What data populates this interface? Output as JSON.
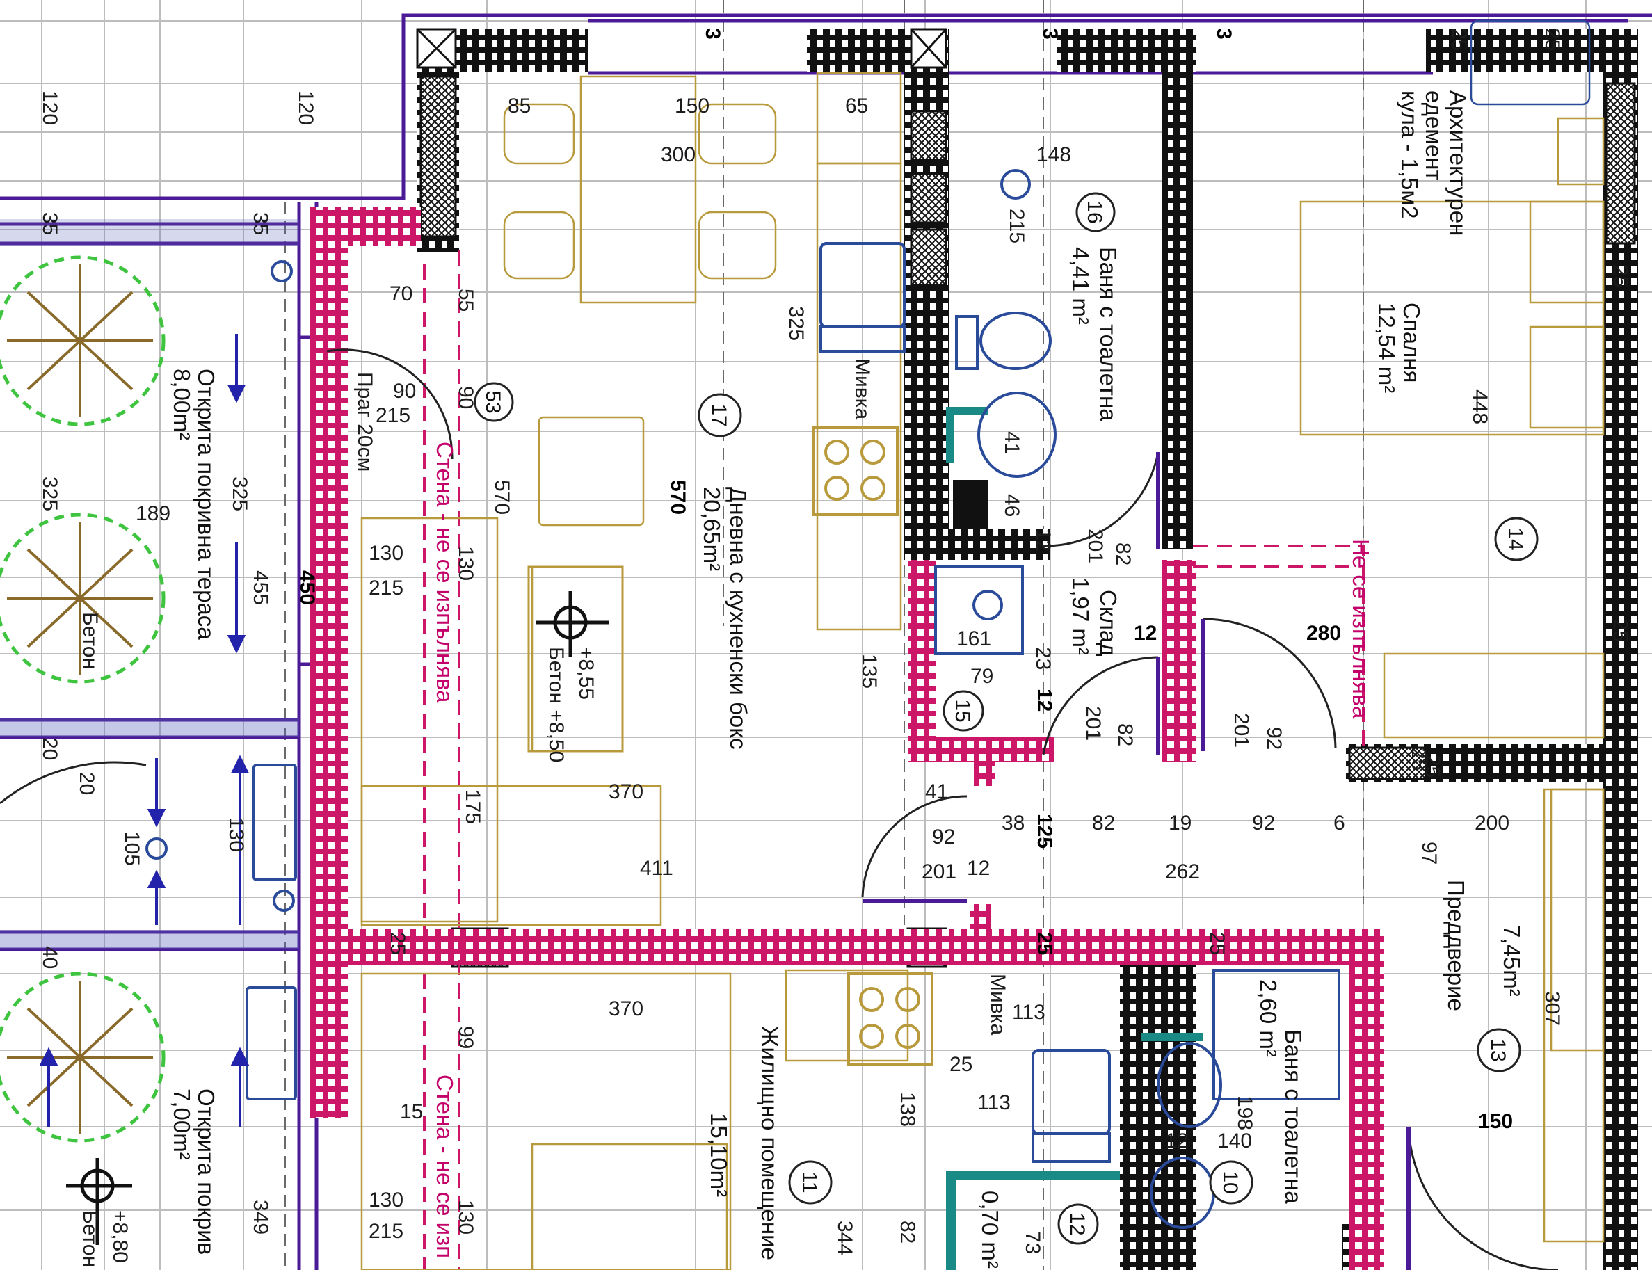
{
  "colors": {
    "magenta_wall": "#cc1668",
    "black_wall": "#111111",
    "purple_line": "#4b1a96",
    "furniture": "#b89a3c",
    "fixture_blue": "#2a4a9a",
    "tree_green": "#3ec43e",
    "teal": "#1a8a86"
  },
  "rooms": {
    "r17": {
      "num": "17",
      "name1": "Дневна с кухненски бокс",
      "area": "20,65m²"
    },
    "r16": {
      "num": "16",
      "name1": "Баня с тоалетна",
      "area": "4,41 m²"
    },
    "r15": {
      "num": "15",
      "name1": "Склад",
      "area": "1,97 m²"
    },
    "r14": {
      "num": "14",
      "name1": "Спалня",
      "area": "12,54 m²"
    },
    "r13": {
      "num": "13",
      "name1": "Преддверие",
      "area": "7,45m²"
    },
    "r11": {
      "num": "11",
      "name1": "Жилищно помещение",
      "area": "15,10m²"
    },
    "r10": {
      "num": "10",
      "name1": "Баня с тоалетна",
      "area": "2,60 m²"
    },
    "r12": {
      "num": "12",
      "area": "0,70 m²"
    },
    "r53": {
      "num": "53"
    }
  },
  "terraces": {
    "upper": {
      "name": "Открита покривна тераса",
      "area": "8,00m²"
    },
    "lower": {
      "name": "Открита покрив",
      "area": "7,00m²"
    }
  },
  "labels": {
    "arch_niche_1": "Архитектурен",
    "arch_niche_2": "едемент",
    "arch_niche_3": "кула - 1,5м2",
    "sink_upper": "Мивка",
    "sink_lower": "Мивка",
    "wall_not_built_1": "Стена - не се изпълнява",
    "wall_not_built_2": "Стена - не се изп",
    "not_built": "Не се изпълнява",
    "sill": "Праг 20см",
    "concrete_top_1": "+8,55",
    "concrete_top_2": "Бетон +8,50",
    "concrete_tree": "Бетон",
    "concrete_bottom_1": "+8,80",
    "concrete_bottom_2": "Бетон"
  },
  "dimensions": {
    "d120a": "120",
    "d120b": "120",
    "d35a": "35",
    "d35b": "35",
    "d85": "85",
    "d150a": "150",
    "d300": "300",
    "d65": "65",
    "d148": "148",
    "d215a": "215",
    "d70": "70",
    "d55": "55",
    "d325a": "325",
    "d90a": "90",
    "d215b": "215",
    "d90b": "90",
    "d570a": "570",
    "d570b": "570",
    "d41a": "41",
    "d46": "46",
    "d12a": "12",
    "d201a": "201",
    "d82a": "82",
    "d448": "448",
    "d280": "280",
    "d25a": "25",
    "d25b": "25",
    "d25c": "25",
    "d25d": "25",
    "d25e": "25",
    "d325b": "325",
    "d325c": "325",
    "d189": "189",
    "d455": "455",
    "d450": "450",
    "d130a": "130",
    "d215c": "215",
    "d130b": "130",
    "d161": "161",
    "d12b": "12",
    "d79": "79",
    "d23": "23",
    "d135": "135",
    "d12c": "12",
    "d201b": "201",
    "d82b": "82",
    "d201c": "201",
    "d92a": "92",
    "d370a": "370",
    "d175": "175",
    "d41b": "41",
    "d92b": "92",
    "d38": "38",
    "d125": "125",
    "d82c": "82",
    "d19": "19",
    "d92c": "92",
    "d6": "6",
    "d200": "200",
    "d411": "411",
    "d201d": "201",
    "d12d": "12",
    "d262": "262",
    "d97": "97",
    "d20a": "20",
    "d20b": "20",
    "d105": "105",
    "d130c": "130",
    "d15": "15",
    "d40": "40",
    "d25f": "25",
    "d25g": "25",
    "d370b": "370",
    "d99": "99",
    "d113a": "113",
    "d25h": "25",
    "d113b": "113",
    "d138": "138",
    "d307": "307",
    "d198": "198",
    "d140": "140",
    "d150b": "150",
    "d12e": "12",
    "d344": "344",
    "d82d": "82",
    "d73": "73",
    "d349": "349",
    "d130d": "130",
    "d215d": "215",
    "d130e": "130",
    "d3a": "3",
    "d3b": "3",
    "d3c": "3",
    "d25i": "25",
    "d25j": "25"
  }
}
